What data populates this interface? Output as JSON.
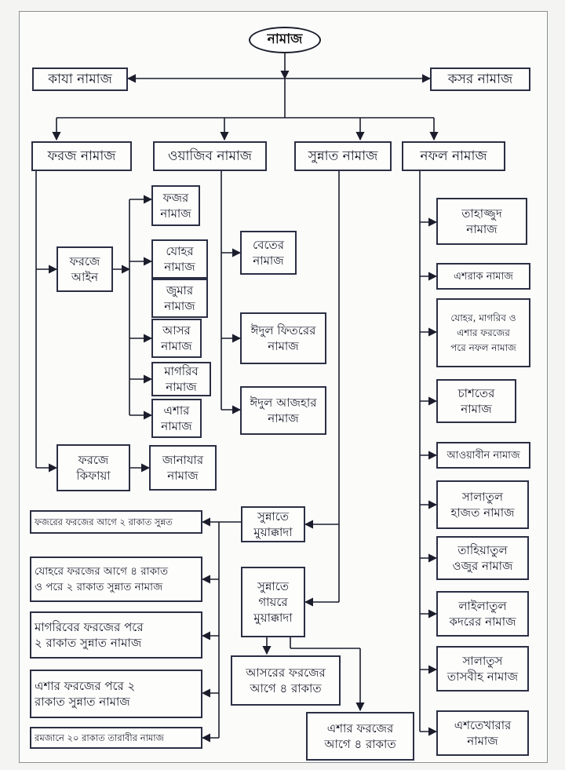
{
  "title": "নামাজ",
  "side": {
    "kaza": "কাযা নামাজ",
    "kosor": "কসর নামাজ"
  },
  "categories": {
    "foroz": "ফরজ নামাজ",
    "wajib": "ওয়াজিব নামাজ",
    "sunnat": "সুন্নাত নামাজ",
    "nofol": "নফল নামাজ"
  },
  "foroz": {
    "ain": "ফরজে\nআইন",
    "kifaya": "ফরজে\nকিফায়া",
    "ain_items": [
      "ফজর\nনামাজ",
      "যোহর\nনামাজ",
      "জুমার\nনামাজ",
      "আসর\nনামাজ",
      "মাগরিব\nনামাজ",
      "এশার\nনামাজ"
    ],
    "janaza": "জানাযার\nনামাজ"
  },
  "wajib_items": [
    "বেতের\nনামাজ",
    "ঈদুল ফিতরের\nনামাজ",
    "ঈদুল আজহার\nনামাজ"
  ],
  "sunnat": {
    "muakkada": "সুন্নাতে\nমুয়াক্কাদা",
    "gayre_muakkada": "সুন্নাতে\nগায়রে\nমুয়াক্কাদা",
    "muakkada_items": [
      "ফজরের ফরজের আগে ২ রাকাত সুন্নত",
      "যোহরে ফরজের আগে ৪ রাকাত\nও পরে ২ রাকাত সুন্নাত নামাজ",
      "মাগরিবের ফরজের পরে\n২ রাকাত সুন্নাত নামাজ",
      "এশার ফরজের পরে ২\nরাকাত সুন্নাত নামাজ",
      "রমজানে ২০ রাকাত তারাবীর নামাজ"
    ],
    "gayre_items": [
      "আসরের ফরজের\nআগে ৪ রাকাত",
      "এশার ফরজের\nআগে ৪ রাকাত"
    ]
  },
  "nofol_items": [
    "তাহাজ্জুদ\nনামাজ",
    "এশরাক নামাজ",
    "যোহর, মাগরিব ও\nএশার ফরজের\nপরে নফল নামাজ",
    "চাশতের\nনামাজ",
    "আওয়াবীন নামাজ",
    "সালাতুল\nহাজত নামাজ",
    "তাহিয়াতুল\nওজুর নামাজ",
    "লাইলাতুল\nকদরের নামাজ",
    "সালাতুস\nতাসবীহ নামাজ",
    "এশতেখারার\nনামাজ"
  ]
}
